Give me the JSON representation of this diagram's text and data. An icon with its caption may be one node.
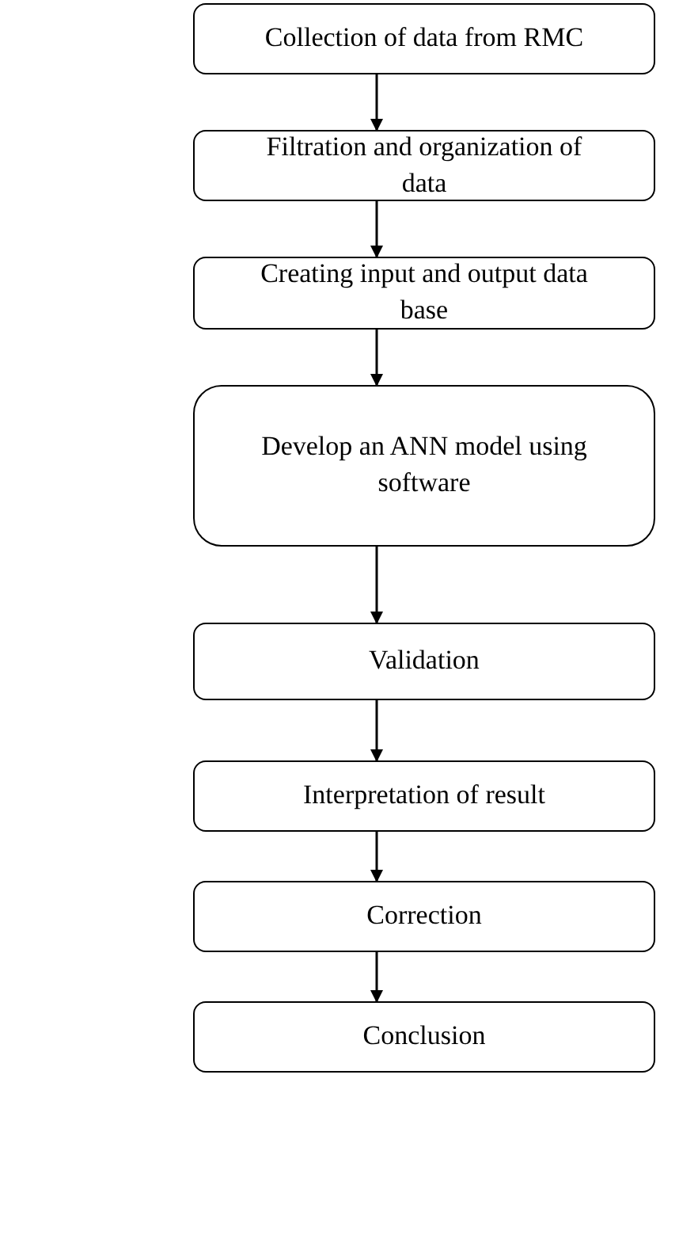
{
  "diagram": {
    "nodes": [
      {
        "text": [
          "Collection of data from RMC"
        ]
      },
      {
        "text": [
          "Filtration and organization of data"
        ]
      },
      {
        "text": [
          "Creating input and output data base"
        ]
      },
      {
        "text": [
          "Develop an ANN model using software"
        ]
      },
      {
        "text": [
          "Validation"
        ]
      },
      {
        "text": [
          "Interpretation of result"
        ]
      },
      {
        "text": [
          "Correction"
        ]
      },
      {
        "text": [
          "Conclusion"
        ]
      }
    ],
    "edges": [
      {
        "from": 0,
        "to": 1,
        "arrow": "to"
      },
      {
        "from": 1,
        "to": 2,
        "arrow": "to"
      },
      {
        "from": 2,
        "to": 3,
        "arrow": "to"
      },
      {
        "from": 3,
        "to": 4,
        "arrow": "to"
      },
      {
        "from": 4,
        "to": 5,
        "arrow": "to"
      },
      {
        "from": 5,
        "to": 6,
        "arrow": "to"
      },
      {
        "from": 6,
        "to": 7,
        "arrow": "to"
      }
    ]
  }
}
